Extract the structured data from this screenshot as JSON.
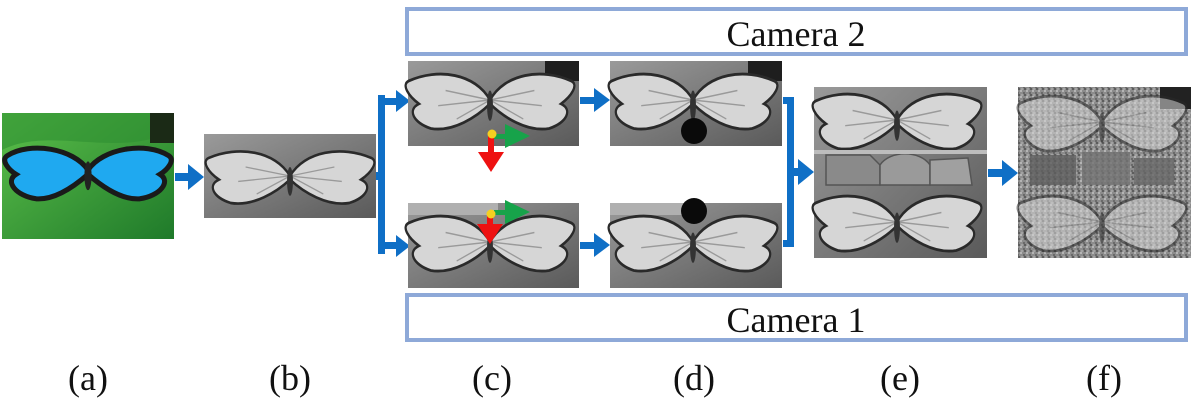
{
  "cameras": {
    "top": "Camera 2",
    "bottom": "Camera 1"
  },
  "captions": [
    "(a)",
    "(b)",
    "(c)",
    "(d)",
    "(e)",
    "(f)"
  ],
  "colors": {
    "arrow_blue": "#0f6fc6",
    "frame_blue": "#8ea9d8",
    "vector_red": "#ee1111",
    "vector_green": "#17a34a",
    "point_yellow": "#f5d020",
    "wing_blue": "#1fa9f0",
    "leaf_green": "#3aa53a"
  },
  "icons": [
    "butterfly-photo",
    "grayscale-butterfly",
    "motion-vector-arrows",
    "occlusion-dot",
    "stitched-panorama",
    "noise-residual"
  ]
}
